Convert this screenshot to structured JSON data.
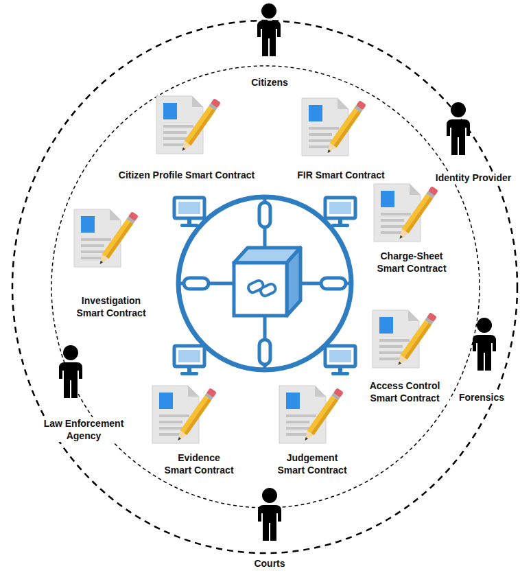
{
  "diagram": {
    "labels": [
      "Citizens",
      "Identity Provider",
      "Citizen Profile Smart Contract",
      "FIR Smart Contract",
      "Charge-Sheet Smart Contract",
      "Investigation Smart Contract",
      "Access Control Smart Contract",
      "Forensics",
      "Law Enforcement Agency",
      "Evidence Smart Contract",
      "Judgement Smart Contract",
      "Courts"
    ]
  }
}
